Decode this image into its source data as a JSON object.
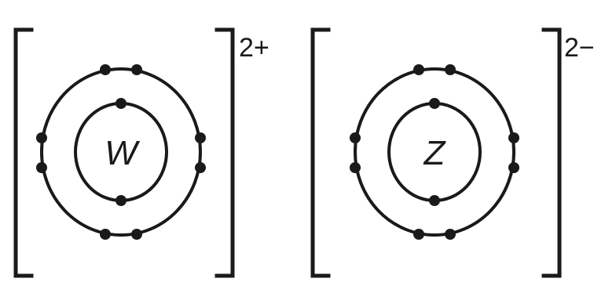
{
  "ions": [
    {
      "symbol": "W",
      "charge": "2+",
      "shells": [
        2,
        8
      ]
    },
    {
      "symbol": "Z",
      "charge": "2−",
      "shells": [
        2,
        8
      ]
    }
  ],
  "colors": {
    "ink": "#1a1a1a",
    "background": "#ffffff"
  }
}
